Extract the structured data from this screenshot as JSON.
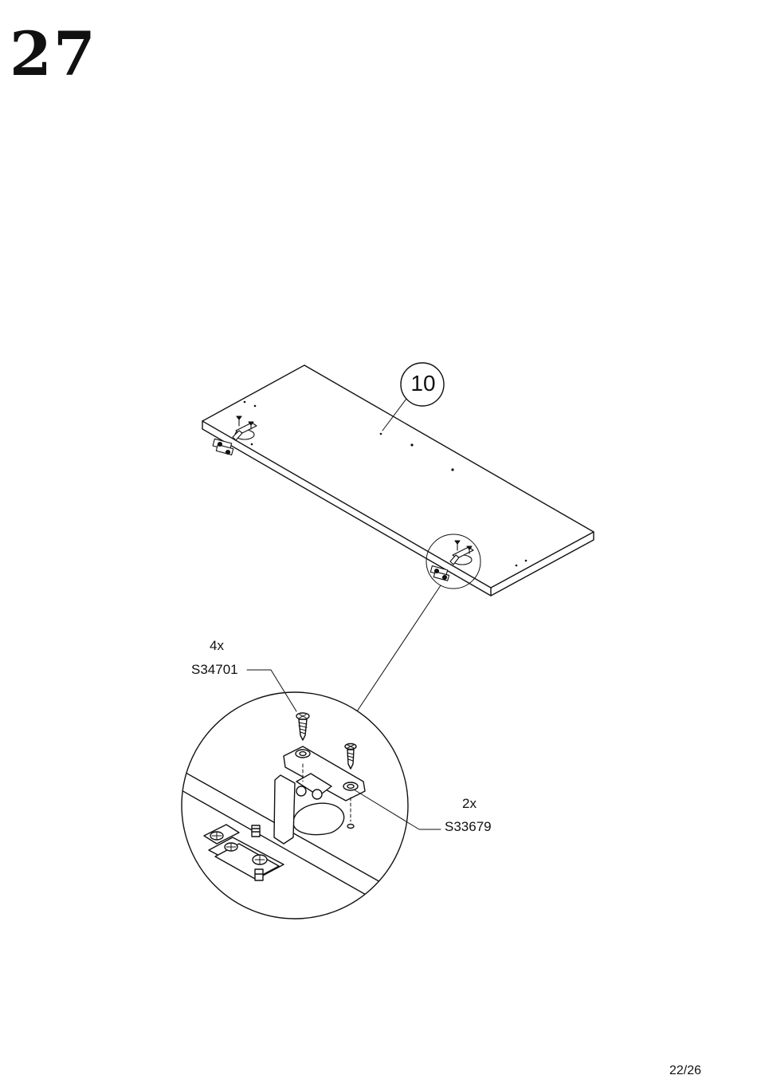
{
  "step": "27",
  "page": "22/26",
  "part": {
    "number": "10"
  },
  "fittings": [
    {
      "quantity": "4x",
      "code": "S34701"
    },
    {
      "quantity": "2x",
      "code": "S33679"
    }
  ]
}
